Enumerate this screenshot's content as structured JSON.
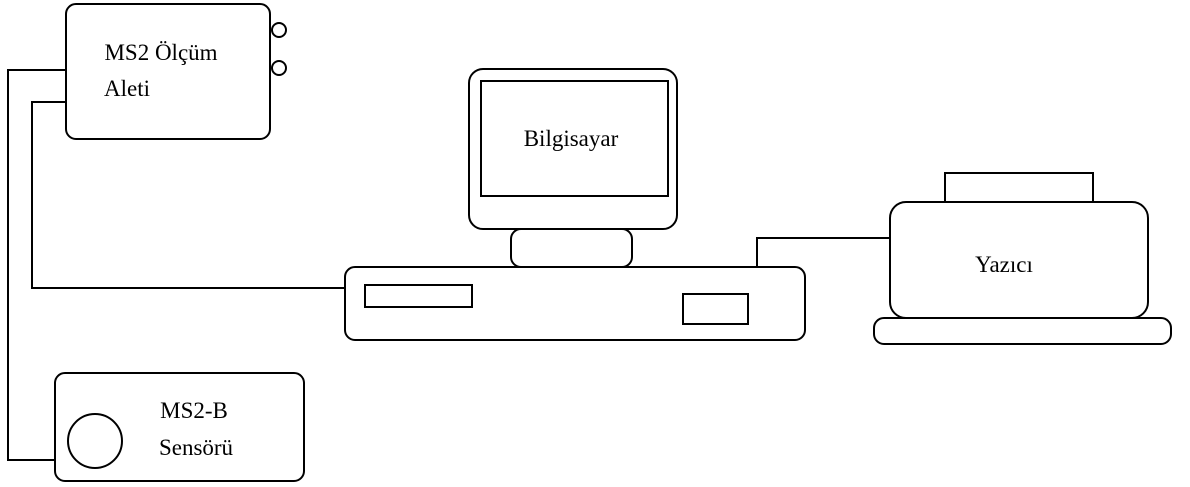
{
  "diagram": {
    "meter": {
      "line1": "MS2 Ölçüm",
      "line2": "Aleti"
    },
    "sensor": {
      "line1": "MS2-B",
      "line2": "Sensörü"
    },
    "computer": {
      "label": "Bilgisayar"
    },
    "printer": {
      "label": "Yazıcı"
    }
  }
}
